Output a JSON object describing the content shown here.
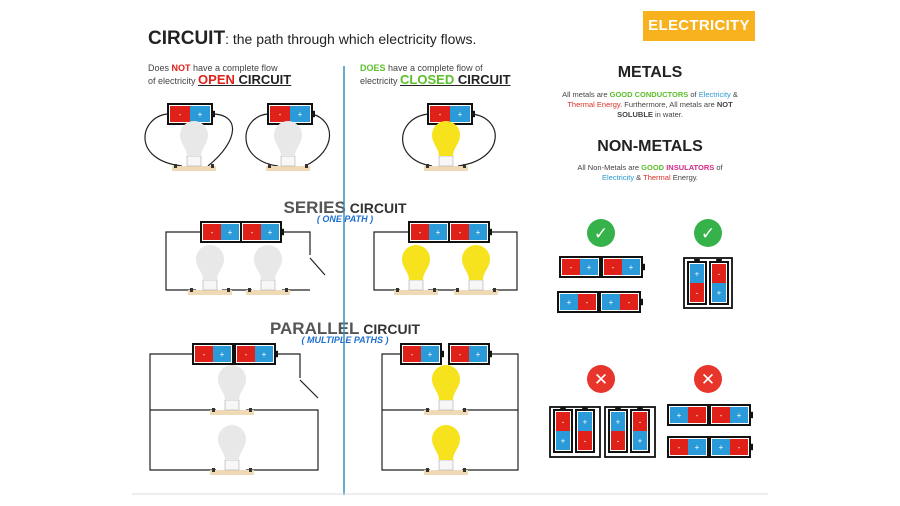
{
  "badge": "ELECTRICITY",
  "title": {
    "term": "CIRCUIT",
    "definition": ": the path through which electricity flows."
  },
  "open": {
    "pre": "Does ",
    "neg": "NOT",
    "post": " have a complete flow",
    "line2": "of electricity",
    "label_red": "OPEN",
    "label": " CIRCUIT"
  },
  "closed": {
    "pre": "DOES",
    "post": " have a complete flow of",
    "line2": "electricity",
    "label_green": "CLOSED",
    "label": " CIRCUIT"
  },
  "metals": {
    "heading": "METALS",
    "p1": "All metals are ",
    "good_conductors": "GOOD CONDUCTORS",
    "p2": " of ",
    "electricity": "Electricity",
    "amp": " &",
    "thermal": "Thermal Energy",
    "p3": ". Furthermore, All metals are ",
    "not": "NOT",
    "soluble": "SOLUBLE",
    "p4": " in water."
  },
  "nonmetals": {
    "heading": "NON-METALS",
    "p1": "All Non-Metals are ",
    "good": "GOOD",
    "insulators": "INSULATORS",
    "p2": " of",
    "electricity": "Electricity",
    "amp": " & ",
    "thermal": "Thermal",
    "p3": " Energy."
  },
  "series": {
    "big": "SERIES",
    "word": " CIRCUIT",
    "sub": "( ONE PATH )"
  },
  "parallel": {
    "big": "PARALLEL",
    "word": " CIRCUIT",
    "sub": "( MULTIPLE PATHS )"
  },
  "glyphs": {
    "minus": "-",
    "plus": "+",
    "check": "✓",
    "cross": "✕"
  },
  "colors": {
    "accent": "#f7b21e",
    "battery_red": "#e0211a",
    "battery_blue": "#2a9ad8",
    "bulb_on": "#f7e21e",
    "bulb_off": "#e8e8e8",
    "check": "#36b24a",
    "cross": "#e8352c",
    "divider": "#3a8fc4"
  }
}
